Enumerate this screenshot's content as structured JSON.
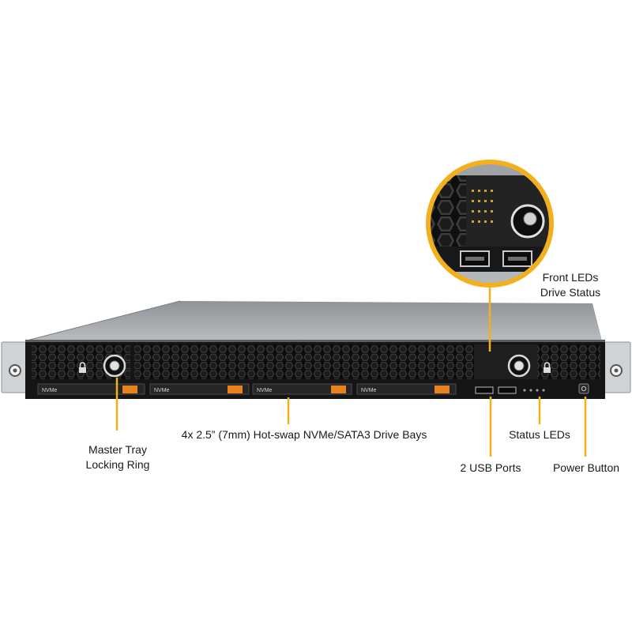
{
  "callouts": {
    "front_leds": [
      "Front LEDs",
      "Drive Status"
    ],
    "master_tray": [
      "Master Tray",
      "Locking Ring"
    ],
    "drive_bays": "4x 2.5” (7mm) Hot-swap NVMe/SATA3 Drive Bays",
    "status_leds": "Status LEDs",
    "usb_ports": "2 USB Ports",
    "power_button": "Power Button"
  },
  "bay_badge": "NVMe",
  "colors": {
    "callout_line": "#F2B01E",
    "zoom_ring": "#F2B01E",
    "tray_tab": "#E8821E",
    "chassis_top": "#9a9da1",
    "front_panel": "#151515"
  },
  "icons": [
    "lock-icon",
    "unlock-icon",
    "locking-ring-icon",
    "usb-port-icon",
    "power-button-icon",
    "status-led-icon"
  ]
}
